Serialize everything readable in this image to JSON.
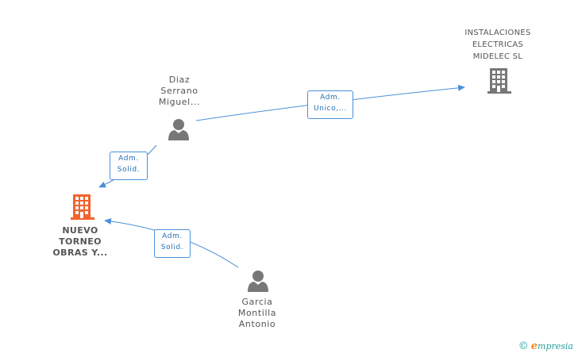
{
  "colors": {
    "edge": "#4a90d9",
    "person_icon": "#777777",
    "building_icon": "#777777",
    "main_building_icon": "#f4622d"
  },
  "nodes": {
    "main_company": {
      "lines": [
        "NUEVO",
        "TORNEO",
        "OBRAS Y..."
      ],
      "icon": "building-icon"
    },
    "company_midelec": {
      "lines": [
        "INSTALACIONES",
        "ELECTRICAS",
        "MIDELEC SL"
      ],
      "icon": "building-icon"
    },
    "person_diaz": {
      "lines": [
        "Diaz",
        "Serrano",
        "Miguel..."
      ],
      "icon": "person-icon"
    },
    "person_garcia": {
      "lines": [
        "Garcia",
        "Montilla",
        "Antonio"
      ],
      "icon": "person-icon"
    }
  },
  "edges": {
    "diaz_to_midelec": {
      "lines": [
        "Adm.",
        "Unico,..."
      ]
    },
    "diaz_to_main": {
      "lines": [
        "Adm.",
        "Solid."
      ]
    },
    "garcia_to_main": {
      "lines": [
        "Adm.",
        "Solid."
      ]
    }
  },
  "footer": {
    "copyright": "©",
    "brand_initial": "e",
    "brand_rest": "mpresia"
  }
}
